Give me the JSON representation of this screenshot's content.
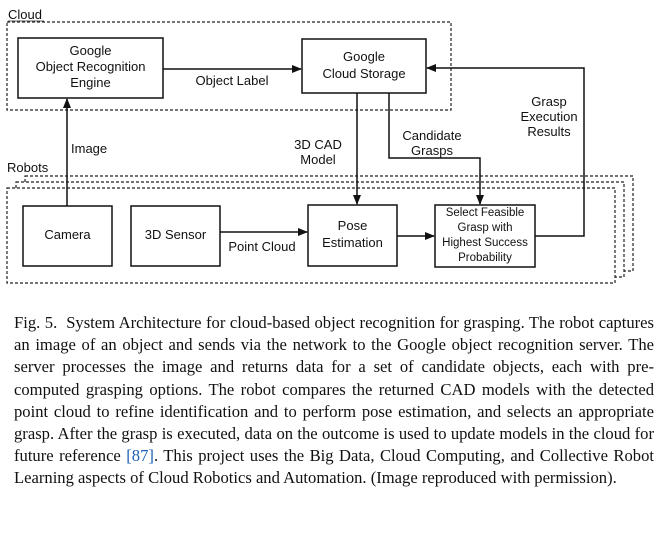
{
  "diagram": {
    "groups": {
      "cloud": "Cloud",
      "robots": "Robots"
    },
    "nodes": {
      "recognition_engine": [
        "Google",
        "Object Recognition",
        "Engine"
      ],
      "cloud_storage": [
        "Google",
        "Cloud Storage"
      ],
      "camera": [
        "Camera"
      ],
      "sensor_3d": [
        "3D Sensor"
      ],
      "pose_estimation": [
        "Pose",
        "Estimation"
      ],
      "select_grasp": [
        "Select Feasible",
        "Grasp with",
        "Highest Success",
        "Probability"
      ]
    },
    "edges": {
      "object_label": [
        "Object Label"
      ],
      "image": [
        "Image"
      ],
      "cad_model": [
        "3D CAD",
        "Model"
      ],
      "candidate_grasps": [
        "Candidate",
        "Grasps"
      ],
      "grasp_results": [
        "Grasp",
        "Execution",
        "Results"
      ],
      "point_cloud": [
        "Point Cloud"
      ]
    }
  },
  "caption": {
    "label": "Fig. 5.",
    "text_before_ref": "System Architecture for cloud-based object recognition for grasping. The robot captures an image of an object and sends via the network to the Google object recognition server. The server processes the image and returns data for a set of candidate objects, each with pre-computed grasping options. The robot compares the returned CAD models with the detected point cloud to refine identification and to perform pose estimation, and selects an appropriate grasp. After the grasp is executed, data on the outcome is used to update models in the cloud for future reference ",
    "ref": "[87]",
    "text_after_ref": ". This project uses the Big Data, Cloud Computing, and Collective Robot Learning aspects of Cloud Robotics and Automation. (Image reproduced with permission)."
  }
}
